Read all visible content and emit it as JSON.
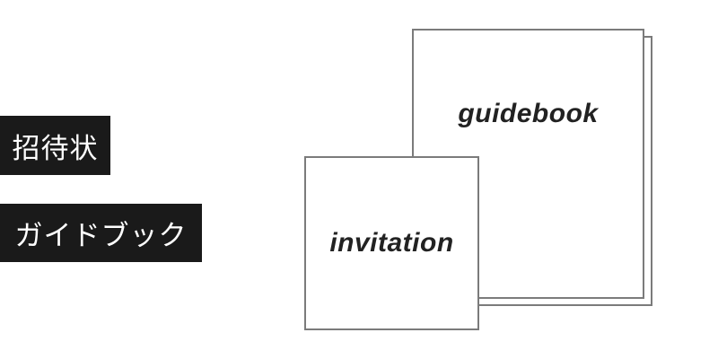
{
  "labels": [
    {
      "id": "invitation-jp",
      "text": "招待状"
    },
    {
      "id": "guidebook-jp",
      "text": "ガイドブック"
    }
  ],
  "papers": {
    "guidebook": {
      "title": "guidebook"
    },
    "invitation": {
      "title": "invitation"
    }
  },
  "colors": {
    "page_bg": "#ffffff",
    "label_bg": "#1a1a1a",
    "label_text": "#ffffff",
    "card_bg": "#ffffff",
    "card_border": "#7b7b7b",
    "card_text": "#222222"
  }
}
